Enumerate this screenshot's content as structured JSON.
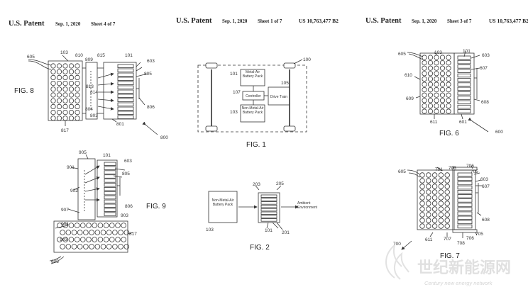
{
  "sheets": [
    {
      "title": "U.S. Patent",
      "date": "Sep. 1, 2020",
      "sheet": "Sheet 4 of 7",
      "number": ""
    },
    {
      "title": "U.S. Patent",
      "date": "Sep. 1, 2020",
      "sheet": "Sheet 1 of 7",
      "number": "US 10,763,477 B2"
    },
    {
      "title": "U.S. Patent",
      "date": "Sep. 1, 2020",
      "sheet": "Sheet 3 of 7",
      "number": "US 10,763,477 B2"
    }
  ],
  "fig8": {
    "label": "FIG. 8",
    "refs": {
      "r605": "605",
      "r103": "103",
      "r810": "810",
      "r809": "809",
      "r815": "815",
      "r101": "101",
      "r603": "603",
      "r805": "805",
      "r813": "813",
      "r814": "814",
      "r804": "804",
      "r803": "803",
      "r806": "806",
      "r817": "817",
      "r801": "801",
      "r800": "800"
    }
  },
  "fig9": {
    "label": "FIG. 9",
    "refs": {
      "r905": "905",
      "r101": "101",
      "r603": "603",
      "r901": "901",
      "r805": "805",
      "r902": "902",
      "r806": "806",
      "r907": "907",
      "r903": "903",
      "r904": "904",
      "r817": "817",
      "r103": "103",
      "r605": "605"
    }
  },
  "fig1": {
    "label": "FIG. 1",
    "metal_air": "Metal-Air Battery Pack",
    "controller": "Controller",
    "drive_train": "Drive Train",
    "non_metal_air": "Non-Metal-Air Battery Pack",
    "refs": {
      "r100": "100",
      "r101": "101",
      "r105": "105",
      "r107": "107",
      "r103": "103"
    }
  },
  "fig2": {
    "label": "FIG. 2",
    "pack": "Non-Metal-Air Battery Pack",
    "ambient": "Ambient Environment",
    "refs": {
      "r203": "203",
      "r205": "205",
      "r103": "103",
      "r101": "101",
      "r201": "201"
    }
  },
  "fig6": {
    "label": "FIG. 6",
    "refs": {
      "r605": "605",
      "r103": "103",
      "r101": "101",
      "r603": "603",
      "r607": "607",
      "r610": "610",
      "r609": "609",
      "r608": "608",
      "r611": "611",
      "r601": "601",
      "r600": "600"
    }
  },
  "fig7": {
    "label": "FIG. 7",
    "refs": {
      "r605": "605",
      "r701": "701",
      "r703": "703",
      "r706": "706",
      "r705": "705",
      "r603": "603",
      "r607": "607",
      "r608": "608",
      "r611": "611",
      "r707": "707",
      "r708": "708",
      "r706b": "706",
      "r705b": "705",
      "r700": "700"
    }
  },
  "watermark": {
    "cn": "世纪新能源网",
    "en": "Century new energy network"
  },
  "colors": {
    "ink": "#333333",
    "paper": "#ffffff",
    "watermark": "#e0e0e0"
  }
}
